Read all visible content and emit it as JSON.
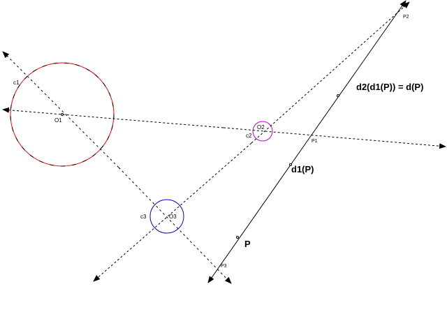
{
  "labels": {
    "c1": "c1",
    "c2": "c2",
    "c3": "c3",
    "o1": "O1",
    "o2": "O2",
    "o3": "O3",
    "p1": "P1",
    "p2": "P2",
    "p3": "P3",
    "p": "P",
    "d1p": "d1(P)",
    "d2d1p": "d2(d1(P)) = d(P)"
  },
  "colors": {
    "c1": "#ff0000",
    "c2": "#cc00cc",
    "c3": "#0000cc",
    "lines": "#000000"
  }
}
